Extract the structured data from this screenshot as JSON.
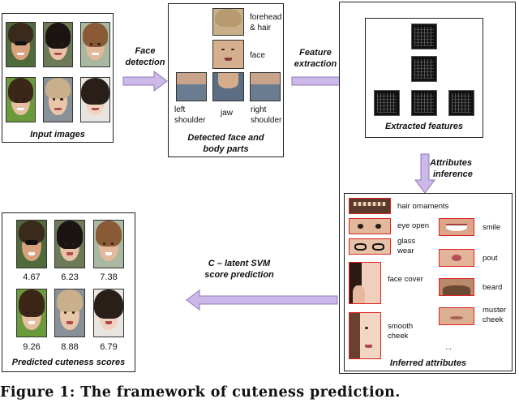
{
  "input_panel": {
    "caption": "Input images"
  },
  "step1": {
    "label_line1": "Face",
    "label_line2": "detection"
  },
  "detect_panel": {
    "parts": {
      "forehead_hair": "forehead\n& hair",
      "face": "face",
      "left_shoulder": "left\nshoulder",
      "jaw": "jaw",
      "right_shoulder": "right\nshoulder"
    },
    "caption_line1": "Detected face and",
    "caption_line2": "body parts"
  },
  "step2": {
    "label_line1": "Feature",
    "label_line2": "extraction"
  },
  "features_panel": {
    "caption": "Extracted features"
  },
  "step3": {
    "label_line1": "Attributes",
    "label_line2": "inference"
  },
  "attributes_panel": {
    "caption": "Inferred attributes",
    "hair_ornaments": "hair ornaments",
    "eye_open": "eye open",
    "glass_wear": "glass\nwear",
    "face_cover": "face cover",
    "smooth_cheek": "smooth\ncheek",
    "smile": "smile",
    "pout": "pout",
    "beard": "beard",
    "muster_cheek": "muster\ncheek",
    "ellipsis": "..."
  },
  "step4": {
    "label_line1": "C – latent SVM",
    "label_line2": "score prediction"
  },
  "scores_panel": {
    "scores": [
      "4.67",
      "6.23",
      "7.38",
      "9.26",
      "8.88",
      "6.79"
    ],
    "caption": "Predicted cuteness scores"
  },
  "figure_caption": "Figure 1:  The framework of cuteness prediction.",
  "colors": {
    "arrow": "#cdb8ea",
    "arrow_border": "#8f78b8",
    "attr_border": "#dd2222"
  }
}
